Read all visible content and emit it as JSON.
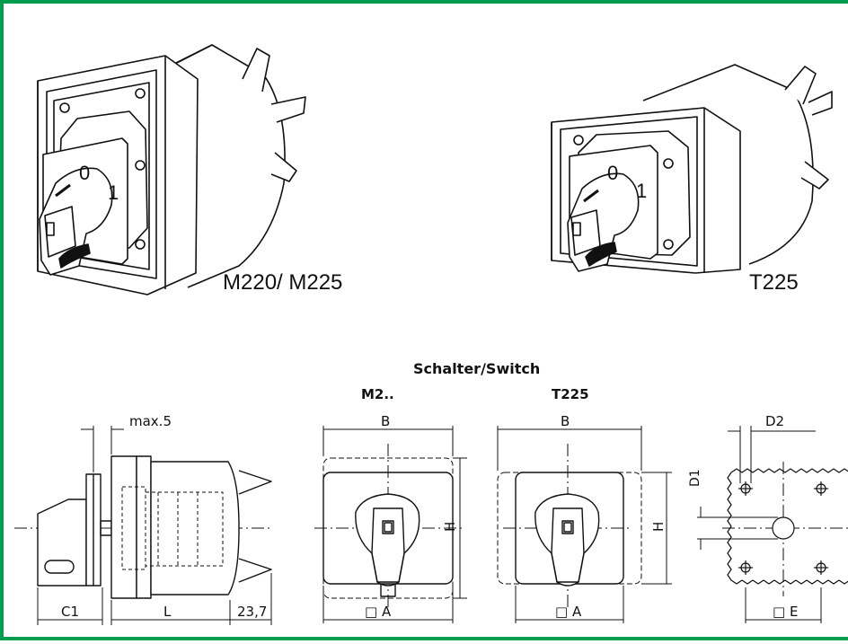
{
  "colors": {
    "frame_border": "#009d4e",
    "line": "#111111"
  },
  "product_labels": {
    "left": "M220/ M225",
    "right": "T225"
  },
  "drawing_heading": "Schalter/Switch",
  "subheadings": {
    "m2": "M2..",
    "t225": "T225"
  },
  "switch_face": {
    "position_off": "0",
    "position_on": "1"
  },
  "dimensions": {
    "max5": "max.5",
    "c1": "C1",
    "l": "L",
    "d237": "23,7",
    "b_m2": "B",
    "h_m2": "H",
    "a_m2": "□ A",
    "b_t225": "B",
    "h_t225": "H",
    "a_t225": "□ A",
    "d2": "D2",
    "d1": "D1",
    "e": "□ E"
  }
}
